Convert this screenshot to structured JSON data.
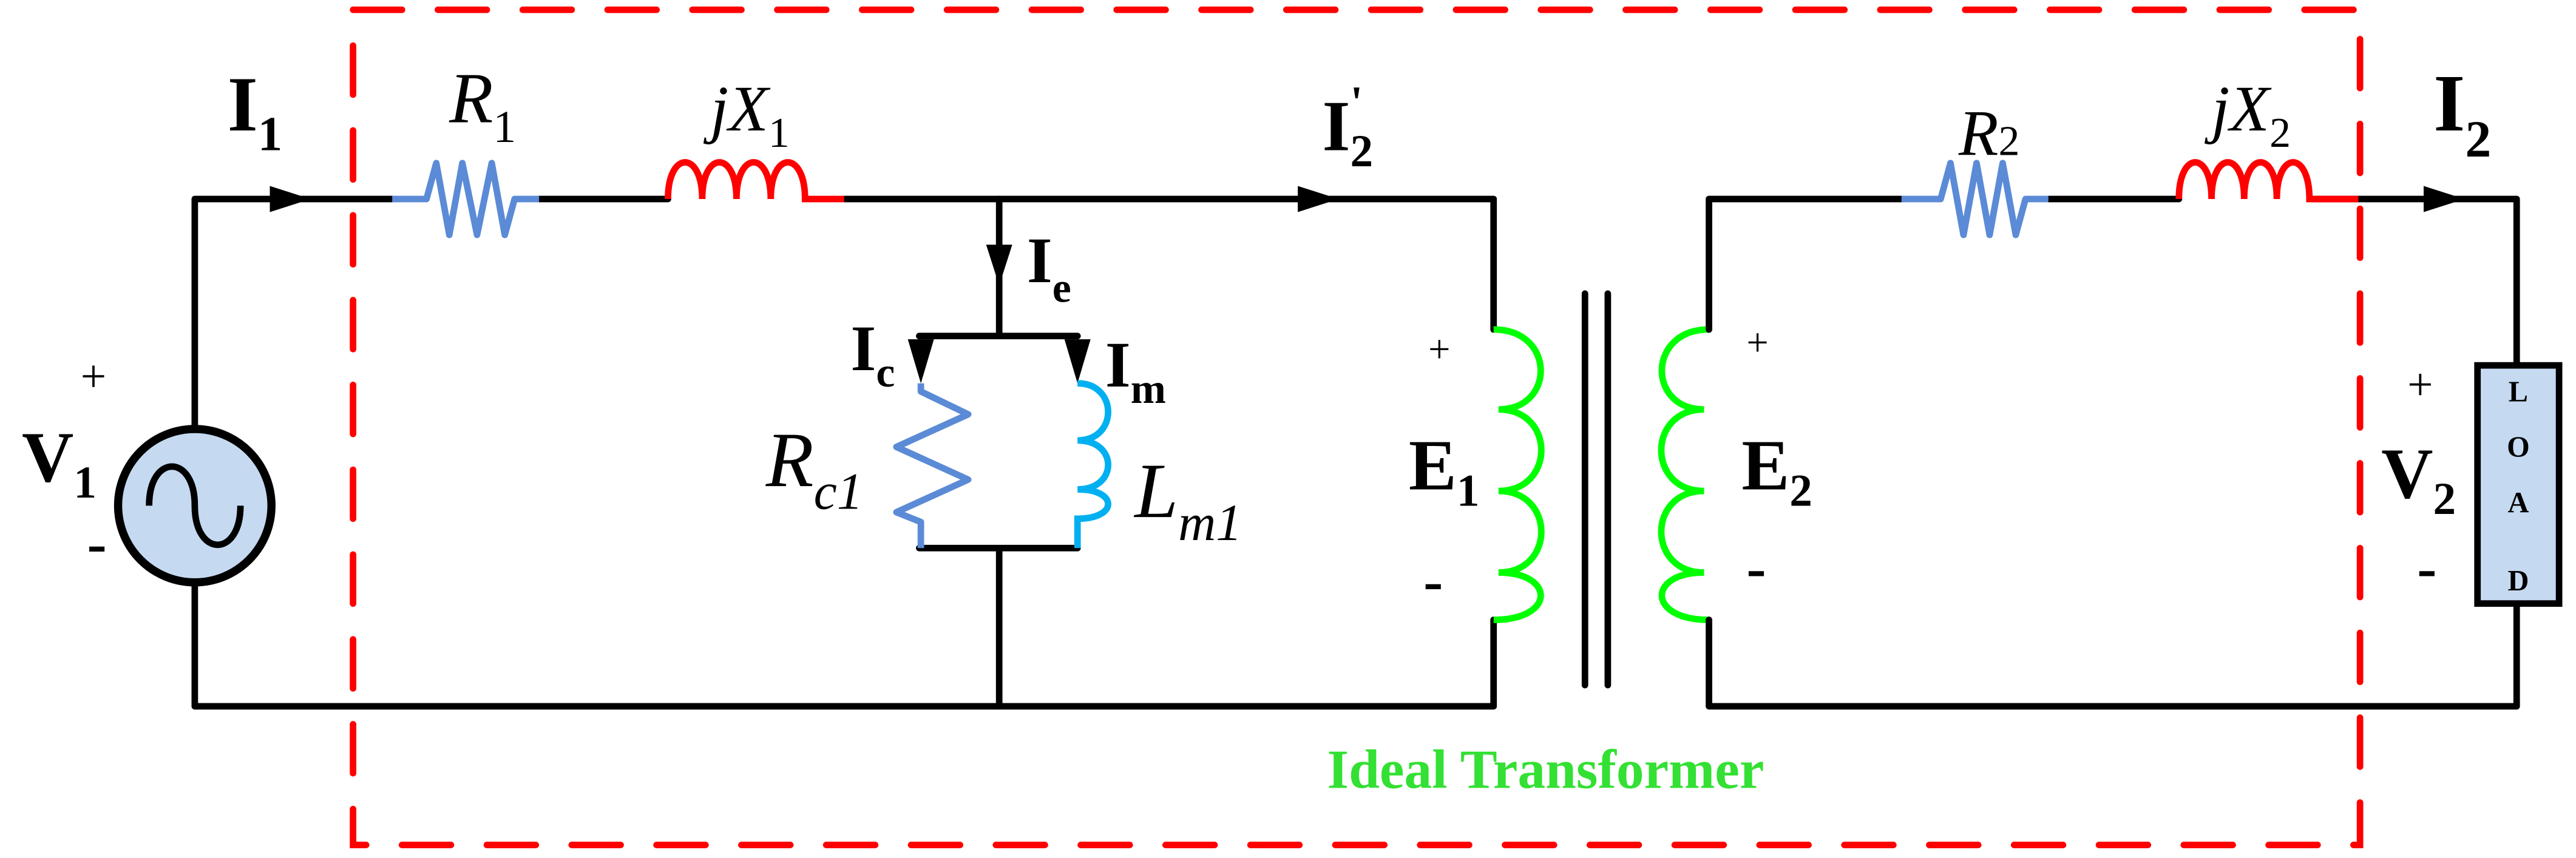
{
  "title": "Transformer equivalent circuit",
  "colors": {
    "wire": "#000000",
    "resistor": "#5b8bd6",
    "reactance": "#ff0000",
    "core_inductor": "#00b0f0",
    "ideal_coil": "#00ff00",
    "boundary": "#ff0000",
    "fill": "#c5d9f1"
  },
  "labels": {
    "I1": {
      "main": "I",
      "sub": "1"
    },
    "R1": {
      "main": "R",
      "sub": "1"
    },
    "jX1": {
      "main": "jX",
      "sub": "1"
    },
    "I2p": {
      "main": "I",
      "sub": "2",
      "prime": "'"
    },
    "Ie": {
      "main": "I",
      "sub": "e"
    },
    "Ic": {
      "main": "I",
      "sub": "c"
    },
    "Im": {
      "main": "I",
      "sub": "m"
    },
    "Rc1": {
      "main": "R",
      "sub": "c1"
    },
    "Lm1": {
      "main": "L",
      "sub": "m1"
    },
    "E1": {
      "main": "E",
      "sub": "1"
    },
    "E2": {
      "main": "E",
      "sub": "2"
    },
    "R2": {
      "main": "R",
      "sub": "2"
    },
    "jX2": {
      "main": "jX",
      "sub": "2"
    },
    "I2": {
      "main": "I",
      "sub": "2"
    },
    "V1": {
      "main": "V",
      "sub": "1"
    },
    "V2": {
      "main": "V",
      "sub": "2"
    },
    "plus": "+",
    "minus": "-",
    "load": [
      "L",
      "O",
      "A",
      "D"
    ],
    "ideal": "Ideal Transformer"
  }
}
